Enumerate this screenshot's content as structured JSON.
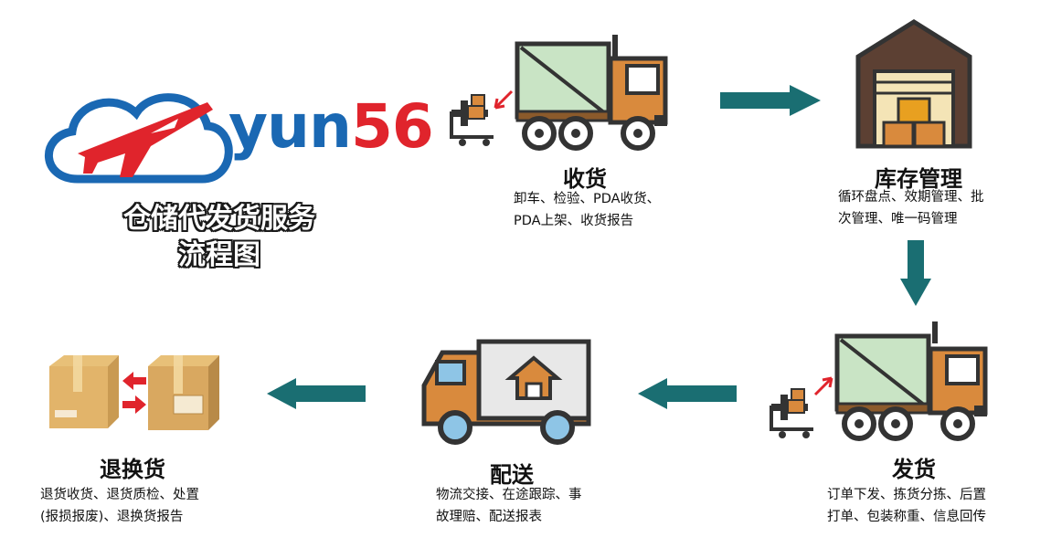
{
  "logo": {
    "text_part1": "yun",
    "text_part2": "56"
  },
  "title": {
    "line1": "仓储代发货服务",
    "line2": "流程图"
  },
  "steps": [
    {
      "name": "收货",
      "desc_line1": "卸车、检验、PDA收货、",
      "desc_line2": "PDA上架、收货报告"
    },
    {
      "name": "库存管理",
      "desc_line1": "循环盘点、效期管理、批",
      "desc_line2": "次管理、唯一码管理"
    },
    {
      "name": "发货",
      "desc_line1": "订单下发、拣货分拣、后置",
      "desc_line2": "打单、包装称重、信息回传"
    },
    {
      "name": "配送",
      "desc_line1": "物流交接、在途跟踪、事",
      "desc_line2": "故理赔、配送报表"
    },
    {
      "name": "退换货",
      "desc_line1": "退货收货、退货质检、处置",
      "desc_line2": "(报损报废)、退换货报告"
    }
  ],
  "colors": {
    "arrow": "#1a6e72",
    "logo_blue": "#1a68b3",
    "logo_red": "#e0242c",
    "truck_orange": "#d98a3d",
    "truck_green": "#c9e4c5"
  },
  "icons": [
    "airplane-cloud-logo-icon",
    "receiving-truck-icon",
    "warehouse-icon",
    "shipping-truck-icon",
    "delivery-van-icon",
    "return-exchange-boxes-icon",
    "flow-arrow-icon"
  ]
}
